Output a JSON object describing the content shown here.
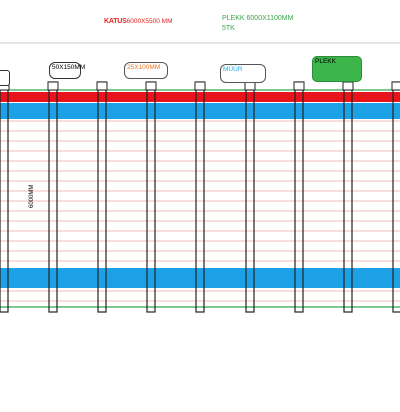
{
  "title": {
    "katus_label": "KATUS",
    "katus_size": "6000X5500 MM",
    "plekk_label": "PLEKK  6000X1100MM",
    "plekk_count": "5TK"
  },
  "callouts": {
    "rafter": "50X150MM",
    "batten": "25X100MM",
    "wall": "MÜÜR",
    "sheet": "PLEKK"
  },
  "dimension": {
    "length": "6000MM"
  },
  "colors": {
    "katus_text": "#e8231f",
    "plekk_text": "#3aa648",
    "batten_text": "#e87722",
    "wall_text": "#27a9e1",
    "red_band": "#e8141c",
    "blue_band": "#1da1e6",
    "thin_lines": "#e3747a",
    "green_line": "#2fa84a",
    "post_outline": "#222222"
  }
}
